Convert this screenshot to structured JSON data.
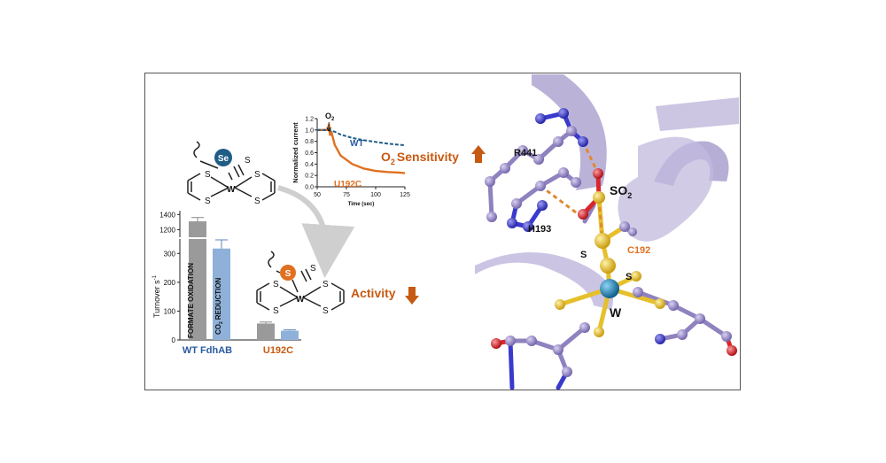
{
  "colors": {
    "blue_se": "#1f5d86",
    "orange": "#e07020",
    "orange_dark": "#c75a12",
    "wt_text": "#2a5aa0",
    "bar_gray": "#9a9a9a",
    "bar_blue": "#8fb0d8",
    "ribbon": "#b7aed6",
    "atom_purple": "#8f82bf",
    "atom_blue": "#3a3acc",
    "atom_yellow": "#e6c02c",
    "atom_red": "#d8262c",
    "tungsten": "#1b7fb4"
  },
  "complex_top": {
    "se_label": "Se",
    "s_double": "S",
    "ligand_s": [
      "S",
      "S",
      "S",
      "S"
    ],
    "metal": "W"
  },
  "complex_bottom": {
    "s_circle": "S",
    "s_double": "S",
    "ligand_s": [
      "S",
      "S",
      "S",
      "S"
    ],
    "metal": "W"
  },
  "inset": {
    "o2_marker": "O",
    "o2_sub": "2",
    "wt_label": "WT",
    "mutant_label": "U192C"
  },
  "sensitivity": {
    "prefix": "O",
    "sub": "2",
    "text": "Sensitivity"
  },
  "activity": {
    "text": "Activity"
  },
  "bars_labels": {
    "formate": "FORMATE OXIDATION",
    "co2_prefix": "CO",
    "co2_sub": "2",
    "co2_text": "REDUCTION",
    "wt_group": "WT FdhAB",
    "mut_group": "U192C"
  },
  "structure_labels": {
    "r441": "R441",
    "h193": "H193",
    "so2_prefix": "SO",
    "so2_sub": "2",
    "c192": "C192",
    "s_left": "S",
    "s_right": "S",
    "w": "W"
  },
  "chart_data": [
    {
      "type": "line",
      "title": "",
      "xlabel": "Time (sec)",
      "ylabel": "Normalized current",
      "xlim": [
        50,
        125
      ],
      "ylim": [
        0.0,
        1.2
      ],
      "x_ticks": [
        50,
        75,
        100,
        125
      ],
      "y_ticks": [
        0.0,
        0.2,
        0.4,
        0.6,
        0.8,
        1.0,
        1.2
      ],
      "annotation_x": 60,
      "grid": false,
      "series": [
        {
          "name": "WT",
          "x": [
            50,
            55,
            60,
            65,
            70,
            80,
            90,
            100,
            110,
            120,
            125
          ],
          "values": [
            1.0,
            1.0,
            1.0,
            0.97,
            0.92,
            0.86,
            0.82,
            0.79,
            0.76,
            0.74,
            0.73
          ]
        },
        {
          "name": "U192C",
          "x": [
            50,
            55,
            59,
            60,
            61,
            62,
            65,
            70,
            80,
            90,
            100,
            110,
            120,
            125
          ],
          "values": [
            1.0,
            1.0,
            1.0,
            1.1,
            0.9,
            0.98,
            0.74,
            0.55,
            0.4,
            0.32,
            0.28,
            0.26,
            0.25,
            0.24
          ]
        }
      ]
    },
    {
      "type": "bar",
      "xlabel": "",
      "ylabel": "Turnover s",
      "ylabel_sup": "-1",
      "y_ticks_lower": [
        0,
        100,
        200,
        300
      ],
      "y_ticks_upper": [
        1200,
        1400
      ],
      "categories": [
        "WT FdhAB",
        "U192C"
      ],
      "series": [
        {
          "name": "FORMATE OXIDATION",
          "values": [
            1310,
            57
          ],
          "errors": [
            50,
            5
          ]
        },
        {
          "name": "CO2 REDUCTION",
          "values": [
            317,
            32
          ],
          "errors": [
            30,
            3
          ]
        }
      ]
    }
  ]
}
